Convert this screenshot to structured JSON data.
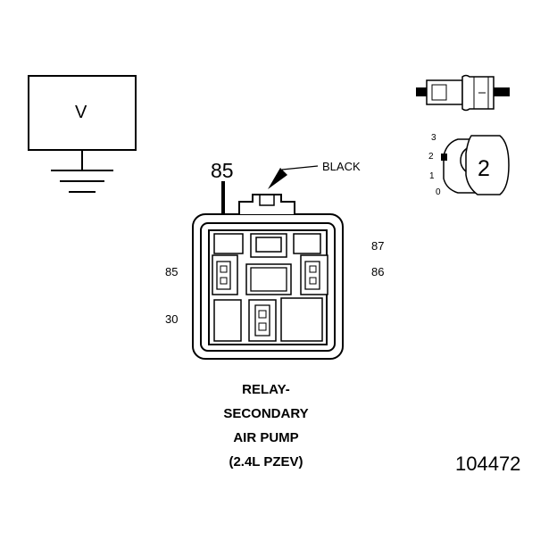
{
  "meter": {
    "symbol": "V"
  },
  "callout": {
    "pin_number": "85",
    "wire_color": "BLACK"
  },
  "pins": {
    "p87": "87",
    "p85": "85",
    "p86": "86",
    "p30": "30"
  },
  "test_probe": {
    "positions": [
      "3",
      "2",
      "1",
      "0"
    ],
    "selected": "2"
  },
  "caption": {
    "line1": "RELAY-",
    "line2": "SECONDARY",
    "line3": "AIR PUMP",
    "line4": "(2.4L PZEV)"
  },
  "figure_id": "104472"
}
